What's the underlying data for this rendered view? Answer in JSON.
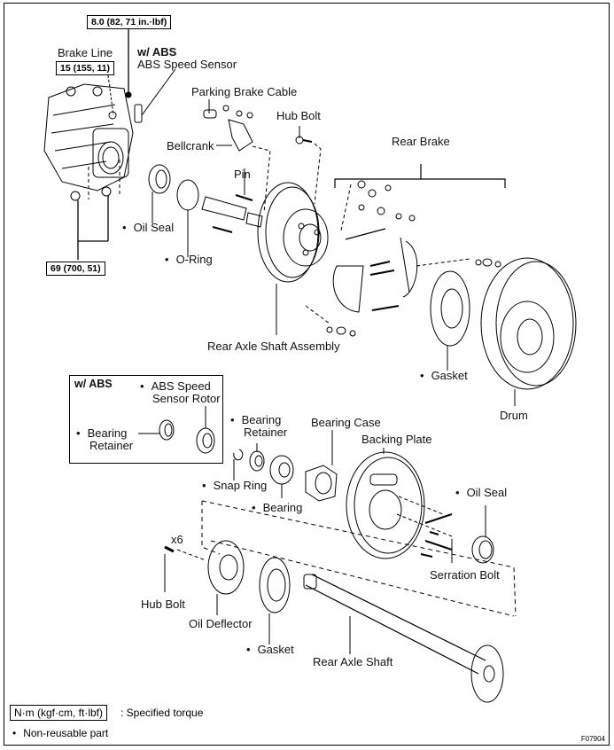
{
  "torque_specs": {
    "abs_sensor_bolt": "8.0 (82, 71 in.·lbf)",
    "brake_line": "15 (155, 11)",
    "mount_nuts": "69 (700, 51)"
  },
  "labels": {
    "brake_line": "Brake Line",
    "w_abs_top": "w/ ABS",
    "abs_speed_sensor": "ABS Speed Sensor",
    "parking_brake_cable": "Parking Brake Cable",
    "hub_bolt_top": "Hub Bolt",
    "bellcrank": "Bellcrank",
    "rear_brake": "Rear Brake",
    "pin": "Pin",
    "oil_seal_top": "Oil Seal",
    "o_ring": "O-Ring",
    "rear_axle_shaft_assembly": "Rear Axle Shaft Assembly",
    "gasket_drum": "Gasket",
    "drum": "Drum",
    "bearing_retainer_right": "Bearing\nRetainer",
    "bearing_retainer_right_l1": "Bearing",
    "bearing_retainer_right_l2": "Retainer",
    "bearing_case": "Bearing Case",
    "backing_plate": "Backing Plate",
    "snap_ring": "Snap Ring",
    "bearing": "Bearing",
    "oil_seal_bottom": "Oil Seal",
    "x6": "x6",
    "serration_bolt": "Serration Bolt",
    "hub_bolt_bottom": "Hub Bolt",
    "oil_deflector": "Oil Deflector",
    "gasket_bottom": "Gasket",
    "rear_axle_shaft": "Rear Axle Shaft"
  },
  "abs_inset": {
    "title": "w/ ABS",
    "rotor_l1": "ABS Speed",
    "rotor_l2": "Sensor Rotor",
    "retainer_l1": "Bearing",
    "retainer_l2": "Retainer"
  },
  "legend": {
    "torque_unit": "N·m (kgf·cm, ft·lbf)",
    "torque_desc": ": Specified torque",
    "non_reusable": "Non-reusable part"
  },
  "figure_code": "F07904"
}
